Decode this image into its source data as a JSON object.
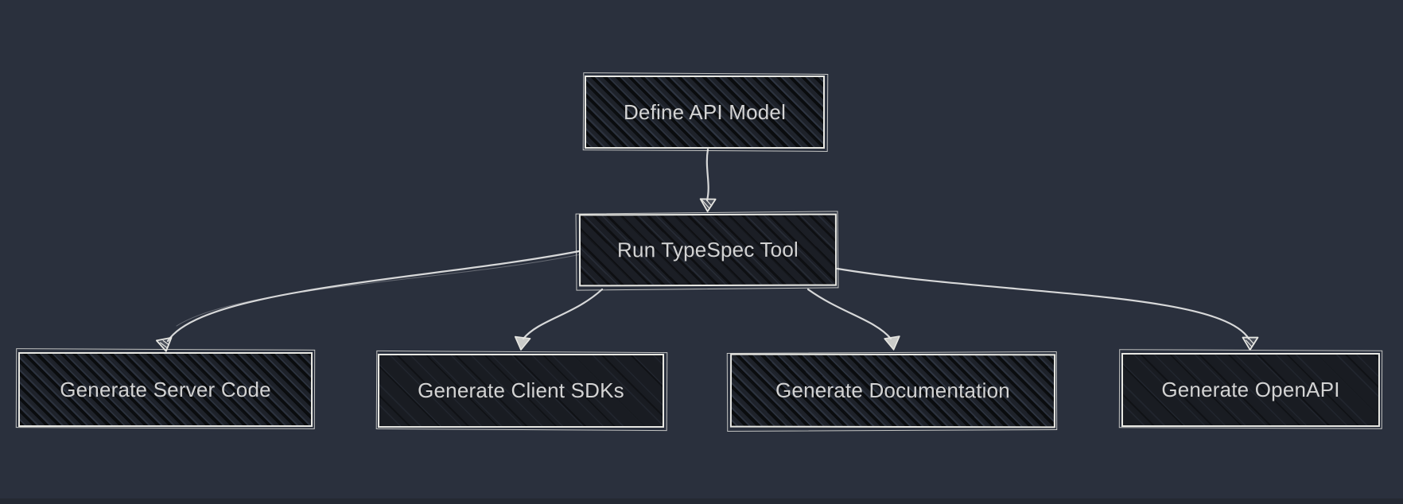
{
  "diagram": {
    "type": "flowchart",
    "direction": "top-down",
    "style": "hand-drawn sketch",
    "colors": {
      "background": "#2a303d",
      "node_fill": "#1b1e25",
      "node_border": "#e8e8e3",
      "node_text": "#d3d3d3",
      "edge": "#d7d8d9"
    },
    "nodes": [
      {
        "id": "A",
        "label": "Define API Model"
      },
      {
        "id": "B",
        "label": "Run TypeSpec Tool"
      },
      {
        "id": "C",
        "label": "Generate Server Code"
      },
      {
        "id": "D",
        "label": "Generate Client SDKs"
      },
      {
        "id": "E",
        "label": "Generate Documentation"
      },
      {
        "id": "F",
        "label": "Generate OpenAPI"
      }
    ],
    "edges": [
      {
        "from": "Define API Model",
        "to": "Run TypeSpec Tool"
      },
      {
        "from": "Run TypeSpec Tool",
        "to": "Generate Server Code"
      },
      {
        "from": "Run TypeSpec Tool",
        "to": "Generate Client SDKs"
      },
      {
        "from": "Run TypeSpec Tool",
        "to": "Generate Documentation"
      },
      {
        "from": "Run TypeSpec Tool",
        "to": "Generate OpenAPI"
      }
    ]
  }
}
